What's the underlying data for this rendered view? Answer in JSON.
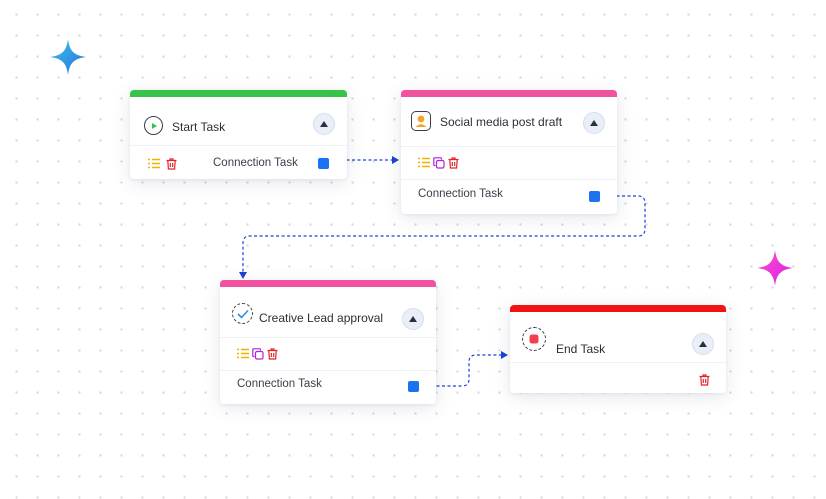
{
  "colors": {
    "accent_blue": "#1b73f0",
    "start_bar": "#37c24a",
    "pink_bar": "#f0529f",
    "end_bar": "#f01313",
    "sparkle_blue": "#2aa3e0",
    "sparkle_pink": "#f22fd8"
  },
  "nodes": {
    "start": {
      "title": "Start Task",
      "connection_label": "Connection Task",
      "icon": "play-icon"
    },
    "social": {
      "title": "Social media post draft",
      "connection_label": "Connection Task",
      "icon": "user-avatar-icon"
    },
    "approval": {
      "title": "Creative Lead approval",
      "connection_label": "Connection Task",
      "icon": "check-icon"
    },
    "end": {
      "title": "End Task",
      "icon": "stop-icon"
    }
  },
  "action_icons": [
    "list-icon",
    "copy-icon",
    "trash-icon"
  ]
}
